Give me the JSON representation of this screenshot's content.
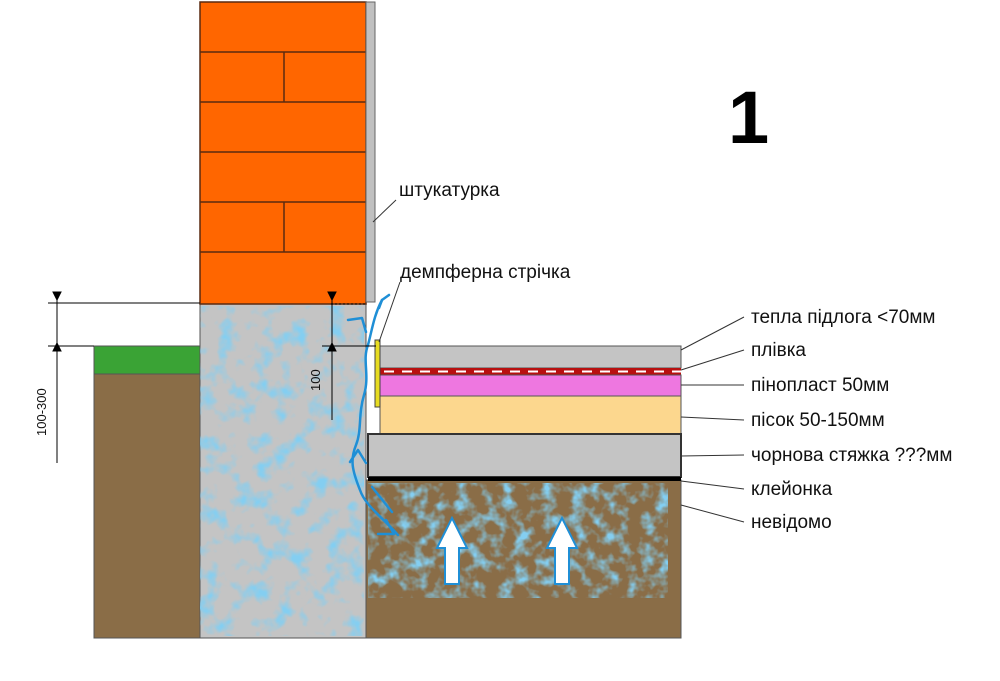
{
  "diagram": {
    "number": "1",
    "labels": {
      "plaster": "штукатурка",
      "damper_tape": "демпферна стрічка",
      "warm_floor": "тепла підлога <70мм",
      "film": "плівка",
      "foam": "пінопласт 50мм",
      "sand": "пісок 50-150мм",
      "rough_screed": "чорнова стяжка ???мм",
      "oilcloth": "клейонка",
      "unknown": "невідомо"
    },
    "dimensions": {
      "outer": "100-300",
      "inner": "100"
    },
    "colors": {
      "brick": "#ff6600",
      "mortar": "#8a3a10",
      "concrete": "#c4c4c4",
      "grass": "#3aa335",
      "soil": "#8a6d47",
      "foam": "#ee77e0",
      "sand": "#fcd78e",
      "film_red": "#b81010",
      "moisture": "#3a9fe0",
      "damper_tape": "#e7dc21"
    }
  }
}
